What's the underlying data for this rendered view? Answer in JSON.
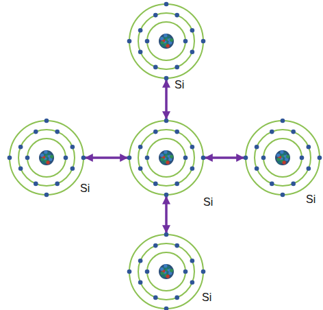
{
  "diagram": {
    "nodes": [
      {
        "text": [
          "Si"
        ]
      },
      {
        "text": [
          "Si"
        ]
      },
      {
        "text": [
          "Si"
        ]
      },
      {
        "text": [
          "Si"
        ]
      },
      {
        "text": [
          "Si"
        ]
      }
    ],
    "edges": [
      {
        "from": 2,
        "to": 0,
        "arrow": "both"
      },
      {
        "from": 2,
        "to": 1,
        "arrow": "both"
      },
      {
        "from": 2,
        "to": 3,
        "arrow": "both"
      },
      {
        "from": 2,
        "to": 4,
        "arrow": "both"
      }
    ]
  }
}
